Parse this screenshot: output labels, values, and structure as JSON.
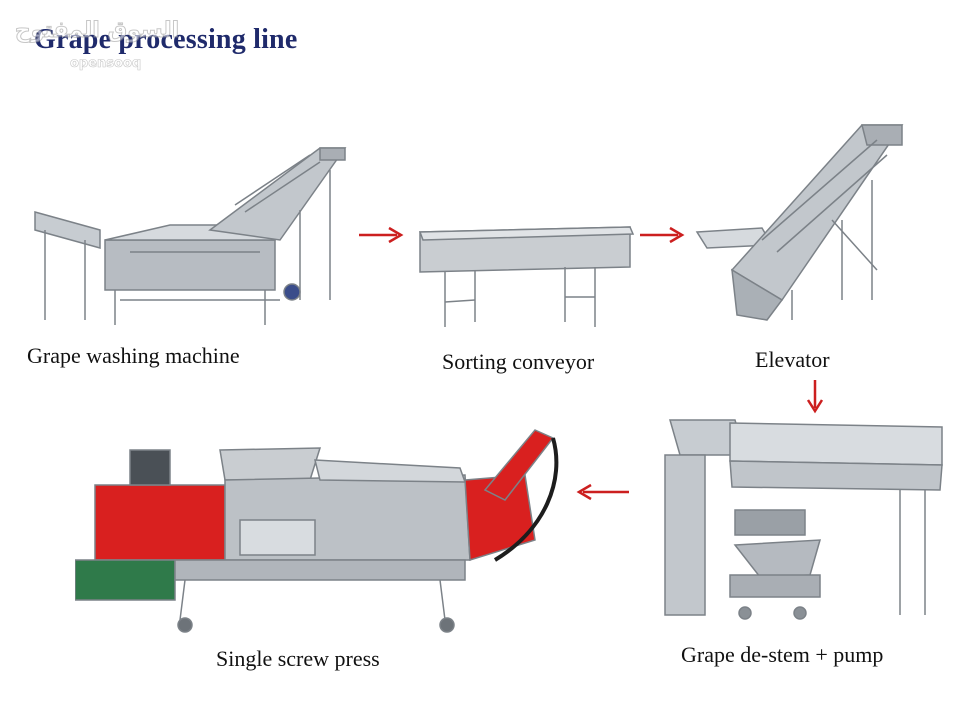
{
  "title": "Grape processing line",
  "watermark": {
    "line1": "السوق المفتوح",
    "line2": "opensooq"
  },
  "stages": [
    {
      "label": "Grape washing machine"
    },
    {
      "label": "Sorting conveyor"
    },
    {
      "label": "Elevator"
    },
    {
      "label": "Grape de-stem + pump"
    },
    {
      "label": "Single screw press"
    }
  ],
  "colors": {
    "title": "#1f2a6b",
    "arrow": "#cc1f1f",
    "steel": "#b7bcc2",
    "press_red": "#d9201f"
  }
}
